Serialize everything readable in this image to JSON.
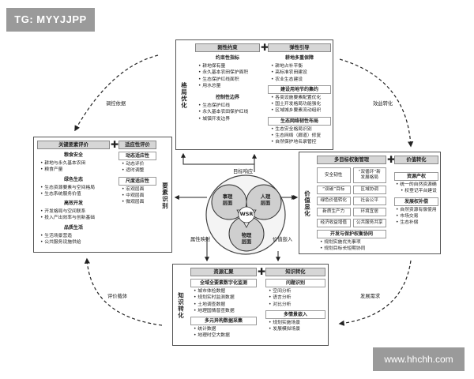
{
  "watermark_top": "TG: MYYJJPP",
  "watermark_bottom": "www.hhchh.com",
  "top": {
    "tab": "格局优化",
    "rigid": {
      "header": "刚性约束",
      "sub1": "约束性指标",
      "items1": [
        "耕地保有量",
        "永久基本农田保护面积",
        "生态保护红线面积",
        "用水总量"
      ],
      "sub2": "控制性边界",
      "items2": [
        "生态保护红线",
        "永久基本农田保护红线",
        "城镇开发边界"
      ]
    },
    "elastic": {
      "header": "弹性引导",
      "sub1": "耕地多重保障",
      "items1": [
        "耕地占补平衡",
        "高标准农田建设",
        "农业生态建设"
      ],
      "sub2": "建设用地节约集约",
      "items2": [
        "各类设施要素配置优化",
        "国土开发格局功能强化",
        "区域城乡要素流动组织"
      ],
      "sub3": "生态网络韧性布局",
      "items3": [
        "生态安全格局识别",
        "生态网络（廊道）修复",
        "自然保护地名录管控"
      ]
    }
  },
  "left": {
    "tab": "要素识别",
    "key": {
      "header": "关键要素评价",
      "groups": [
        {
          "title": "粮食安全",
          "items": [
            "耕地与永久基本农田",
            "粮食产量"
          ]
        },
        {
          "title": "绿色生态",
          "items": [
            "生态资源要素与空间格局",
            "生态系统服务价值"
          ]
        },
        {
          "title": "高效开发",
          "items": [
            "开发格局与空间联系",
            "投入产出效率与创新基础"
          ]
        },
        {
          "title": "品质生活",
          "items": [
            "生活场景营造",
            "公共服务设施供给"
          ]
        }
      ]
    },
    "adapt": {
      "header": "适应性评价",
      "groups": [
        {
          "title": "动态适应性",
          "items": [
            "动态评价",
            "适时调整"
          ]
        },
        {
          "title": "尺度适应性",
          "items": [
            "宏观层面",
            "中观层面",
            "微观层面"
          ]
        }
      ]
    }
  },
  "right": {
    "tab": "价值显化",
    "multi": {
      "header": "多目标权衡管理",
      "cells": [
        "安全韧性",
        "“双循环”新\n发展格局",
        "“双碳”目标",
        "区域协调",
        "绿色价值转化",
        "社会公平",
        "新质生产力",
        "环境宜居",
        "经济收益增值",
        "公共服务共享"
      ],
      "sub": "开发与保护权衡协同",
      "items": [
        "规划实施优先事项",
        "规划目标长短期协同"
      ]
    },
    "value": {
      "header": "价值转化",
      "sub1": "资源产权",
      "items1": [
        "统一的自然资源确",
        "权登记平台建设"
      ],
      "sub2": "发展权补偿",
      "items2": [
        "自然资源有偿使用",
        "市场交易",
        "生态补偿"
      ]
    }
  },
  "bottom": {
    "tab": "知识转化",
    "resource": {
      "header": "资源汇聚",
      "sub1": "全域全要素数字化监测",
      "items1": [
        "城市体检数据",
        "规划实时监测数据",
        "土地调查数据",
        "地理国情普查数据"
      ],
      "sub2": "多元异构数据采集",
      "items2": [
        "统计数据",
        "地理时空大数据"
      ]
    },
    "knowledge": {
      "header": "知识转化",
      "sub1": "问题识别",
      "items1": [
        "空间分析",
        "语言分析",
        "对比分析"
      ],
      "sub2": "多情景嵌入",
      "items2": [
        "规划实施场景",
        "发展模拟场景"
      ]
    }
  },
  "center": {
    "core": "WSR",
    "shi": "事理\n层面",
    "ren": "人理\n层面",
    "wu": "物理\n层面",
    "label_goal": "目标响应",
    "label_attr": "属性映射",
    "label_value": "价值嵌入"
  },
  "flows": {
    "top_left": "调控依据",
    "top_right": "效益转化",
    "bottom_left": "评价载体",
    "bottom_right": "发展需求"
  }
}
